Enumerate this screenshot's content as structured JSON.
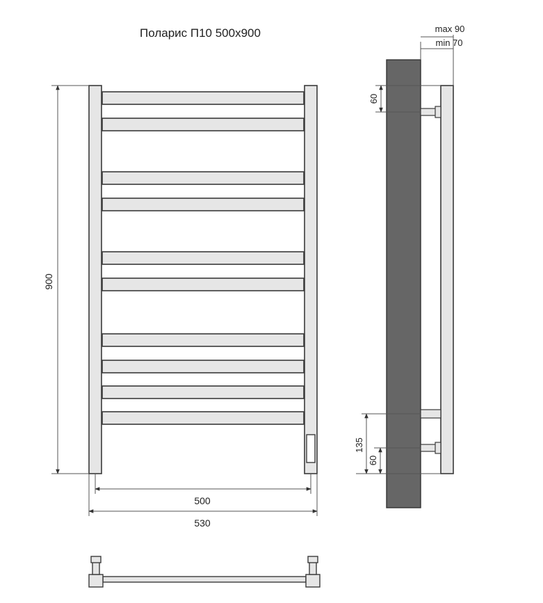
{
  "title": "Поларис П10 500x900",
  "dimensions": {
    "height": "900",
    "inner_width": "500",
    "outer_width": "530",
    "depth_max": "max 90",
    "depth_min": "min 70",
    "top_offset": "60",
    "bottom_span": "135",
    "bottom_offset": "60"
  },
  "colors": {
    "line": "#3a3a3a",
    "bar_fill": "#e6e6e6",
    "wall": "#666666"
  },
  "rails": {
    "count": 10
  }
}
